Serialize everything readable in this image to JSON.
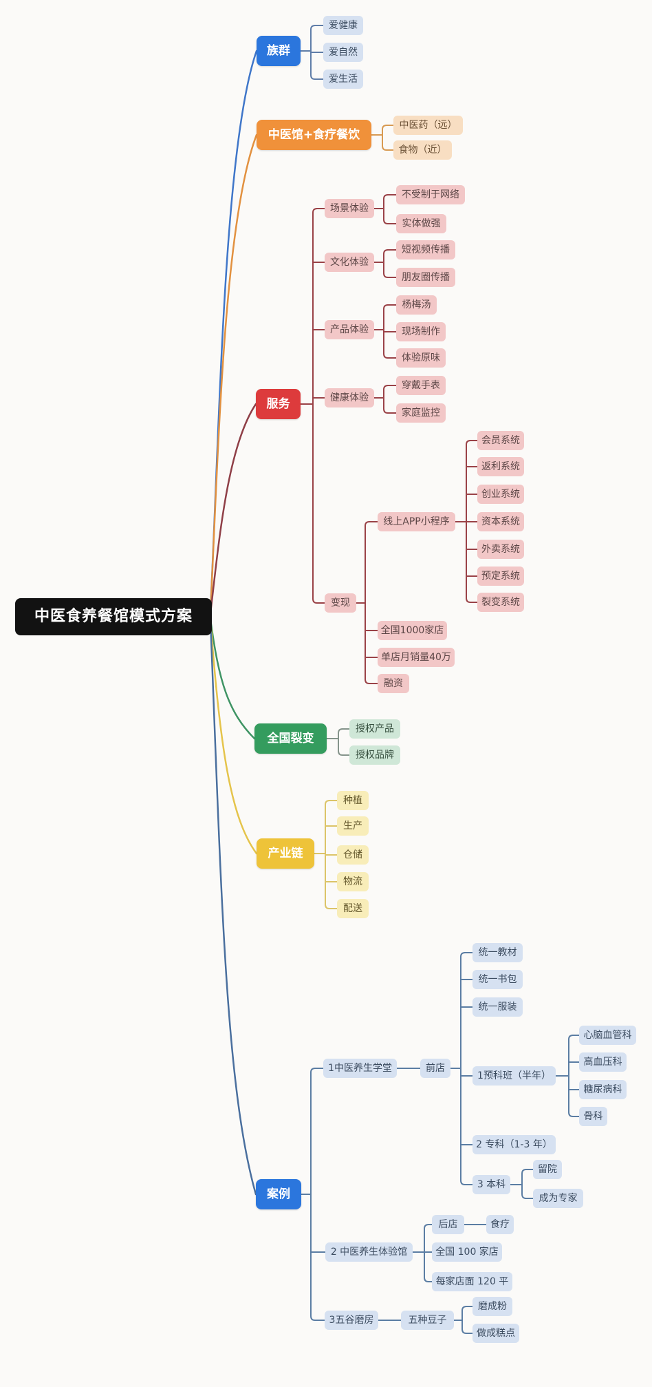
{
  "page": {
    "background": "#fbfaf8"
  },
  "colors": {
    "root_bg": "#121212",
    "root_text": "#ffffff",
    "branch_blue": "#2b76dd",
    "branch_orange": "#f0913a",
    "branch_red": "#dd3b3c",
    "branch_green": "#349c5e",
    "branch_yellow": "#eec339",
    "leaf_pink": "#f2c7c7",
    "leaf_peach": "#f8dec2",
    "leaf_blue": "#d6e1f1",
    "leaf_green": "#cfe7d7",
    "leaf_yellow": "#f8edb9",
    "line_blue": "#5f7da8",
    "line_orange": "#d89a52",
    "line_red": "#9a4247",
    "line_green": "#85948b",
    "line_yellow": "#dcc468",
    "line_slate": "#5b7da3"
  },
  "mindmap": {
    "root": "中医食养餐馆模式方案",
    "branches": [
      {
        "label": "族群",
        "children": [
          "爱健康",
          "爱自然",
          "爱生活"
        ]
      },
      {
        "label": "中医馆+食疗餐饮",
        "children": [
          "中医药（远）",
          "食物（近）"
        ]
      },
      {
        "label": "服务",
        "children": [
          {
            "label": "场景体验",
            "children": [
              "不受制于网络",
              "实体做强"
            ]
          },
          {
            "label": "文化体验",
            "children": [
              "短视频传播",
              "朋友圈传播"
            ]
          },
          {
            "label": "产品体验",
            "children": [
              "杨梅汤",
              "现场制作",
              "体验原味"
            ]
          },
          {
            "label": "健康体验",
            "children": [
              "穿戴手表",
              "家庭监控"
            ]
          },
          {
            "label": "变现",
            "children": [
              {
                "label": "线上APP小程序",
                "children": [
                  "会员系统",
                  "返利系统",
                  "创业系统",
                  "资本系统",
                  "外卖系统",
                  "预定系统",
                  "裂变系统"
                ]
              },
              "全国1000家店",
              "单店月销量40万",
              "融资"
            ]
          }
        ]
      },
      {
        "label": "全国裂变",
        "children": [
          "授权产品",
          "授权品牌"
        ]
      },
      {
        "label": "产业链",
        "children": [
          "种植",
          "生产",
          "仓储",
          "物流",
          "配送"
        ]
      },
      {
        "label": "案例",
        "children": [
          {
            "label": "1中医养生学堂",
            "children": [
              {
                "label": "前店",
                "children": [
                  "统一教材",
                  "统一书包",
                  "统一服装",
                  {
                    "label": "1预科班（半年）",
                    "children": [
                      "心脑血管科",
                      "高血压科",
                      "糖尿病科",
                      "骨科"
                    ]
                  },
                  "2 专科（1-3 年）",
                  {
                    "label": "3 本科",
                    "children": [
                      "留院",
                      "成为专家"
                    ]
                  }
                ]
              }
            ]
          },
          {
            "label": "2 中医养生体验馆",
            "children": [
              {
                "label": "后店",
                "children": [
                  "食疗"
                ]
              },
              "全国 100 家店",
              "每家店面 120 平"
            ]
          },
          {
            "label": "3五谷磨房",
            "children": [
              {
                "label": "五种豆子",
                "children": [
                  "磨成粉",
                  "做成糕点"
                ]
              }
            ]
          }
        ]
      }
    ]
  }
}
